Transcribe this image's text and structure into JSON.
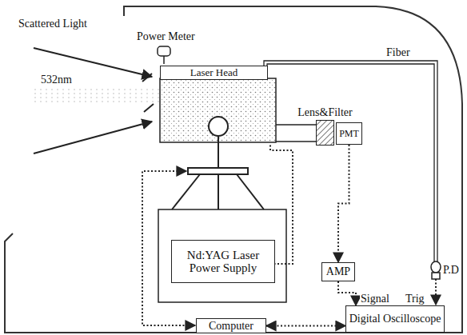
{
  "diagram": {
    "nodes": [
      {
        "text": [
          "Laser Head"
        ]
      },
      {
        "text": [
          "Lens&Filter"
        ]
      },
      {
        "text": [
          "PMT"
        ]
      },
      {
        "text": [
          "AMP"
        ]
      },
      {
        "text": [
          "Nd:YAG Laser Power Supply"
        ]
      },
      {
        "text": [
          "Computer"
        ]
      },
      {
        "text": [
          "Digital Oscilloscope"
        ]
      }
    ],
    "edges": [
      {
        "from": 2,
        "to": 3,
        "arrow": "to"
      },
      {
        "from": 3,
        "to": 6,
        "arrow": "to"
      },
      {
        "from": 5,
        "to": 6,
        "arrow": "both"
      }
    ],
    "labels": [
      "Scattered Light",
      "532nm",
      "Power Meter",
      "Fiber",
      "P.D",
      "Signal",
      "Trig"
    ]
  }
}
